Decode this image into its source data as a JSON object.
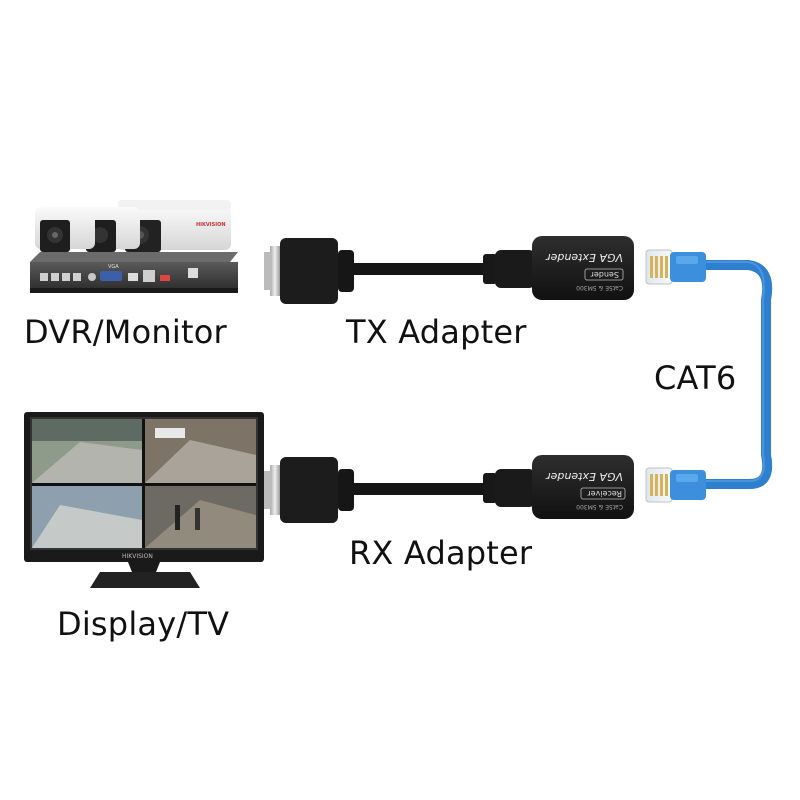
{
  "labels": {
    "source": "DVR/Monitor",
    "tx": "TX Adapter",
    "cable": "CAT6",
    "rx": "RX Adapter",
    "display": "Display/TV"
  },
  "device_text": {
    "camera_brand": "HIKVISION",
    "nvr_port_label": "VGA",
    "monitor_brand": "HIKVISION",
    "tx_model": "VGA Extender",
    "tx_role": "Sender",
    "tx_small": "Cat5E & 5M300",
    "rx_model": "VGA Extender",
    "rx_role": "Receiver",
    "rx_small": "Cat5E & 5M300"
  },
  "colors": {
    "cable_blue": "#2f7fcf",
    "plug_blue": "#3b8fdc",
    "adapter_black": "#1c1c1c",
    "text": "#111111"
  }
}
